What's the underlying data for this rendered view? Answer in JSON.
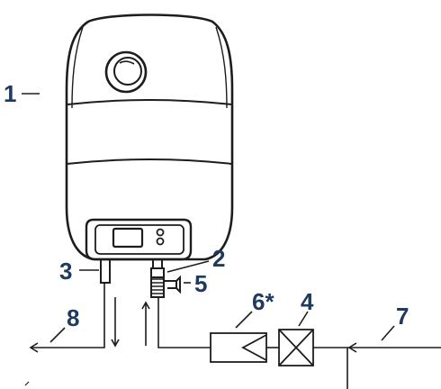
{
  "diagram": {
    "labels": [
      {
        "id": "1",
        "text": "1"
      },
      {
        "id": "2",
        "text": "2"
      },
      {
        "id": "3",
        "text": "3"
      },
      {
        "id": "4",
        "text": "4"
      },
      {
        "id": "5",
        "text": "5"
      },
      {
        "id": "6",
        "text": "6*"
      },
      {
        "id": "7",
        "text": "7"
      },
      {
        "id": "8",
        "text": "8"
      }
    ]
  },
  "colors": {
    "label": "#1e3a5f",
    "stroke": "#1d1d1b"
  }
}
